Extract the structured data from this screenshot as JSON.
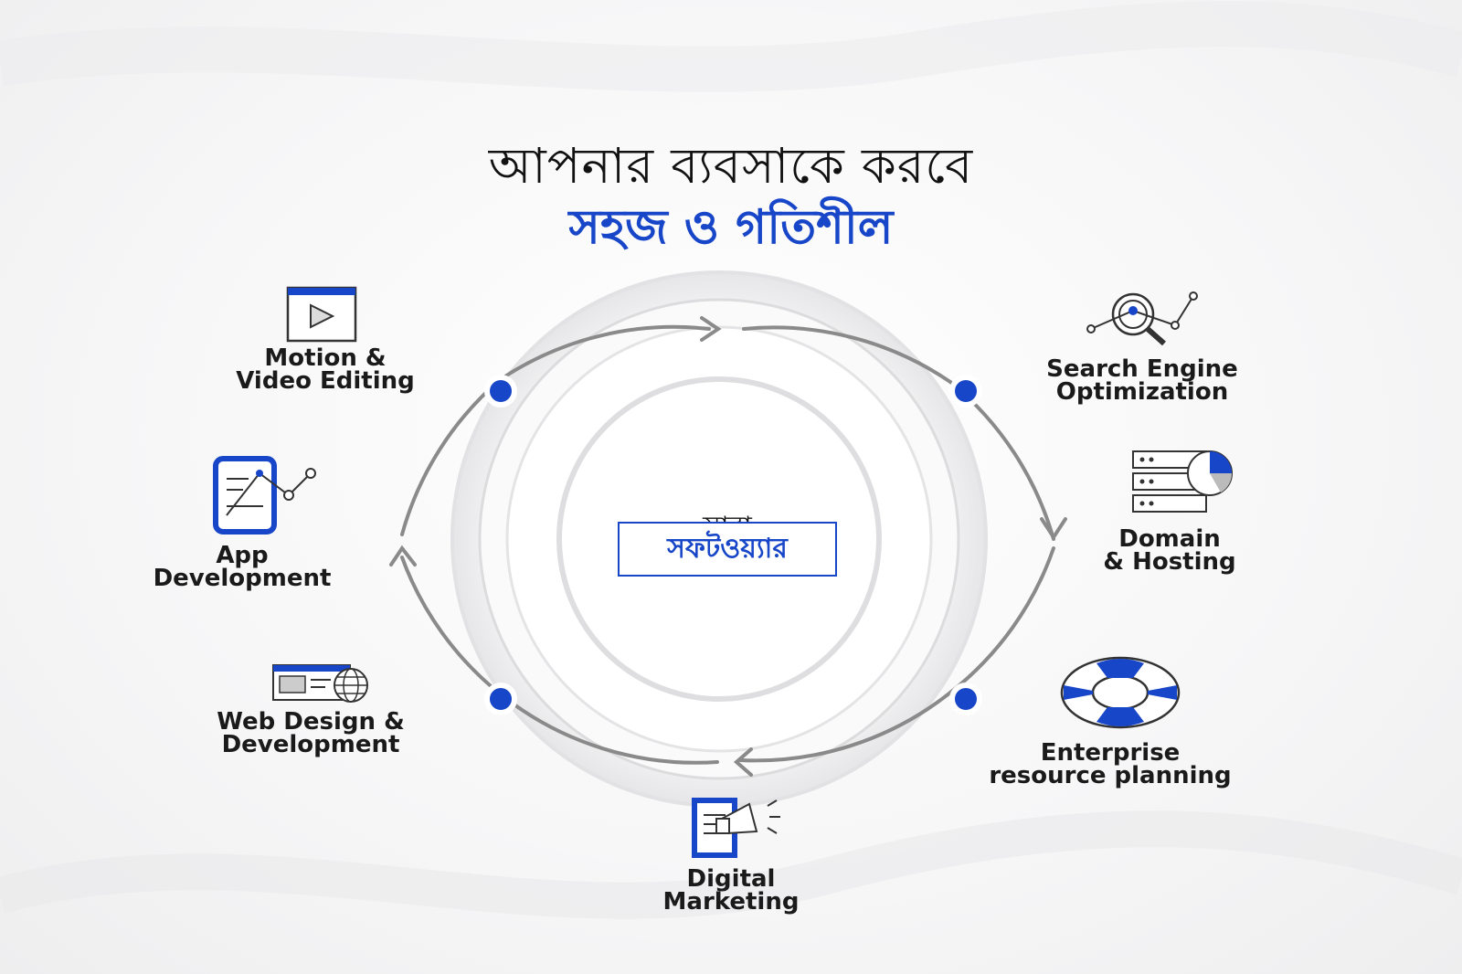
{
  "headline": {
    "line1": "আপনার ব্যবসাকে করবে",
    "line2": "সহজ ও গতিশীল"
  },
  "center": {
    "line1": "সারা",
    "line2": "সফটওয়্যার"
  },
  "services": [
    {
      "line1": "Motion &",
      "line2": "Video Editing",
      "icon": "video-play-icon"
    },
    {
      "line1": "App",
      "line2": "Development",
      "icon": "mobile-app-icon"
    },
    {
      "line1": "Web Design &",
      "line2": "Development",
      "icon": "web-globe-icon"
    },
    {
      "line1": "Digital",
      "line2": "Marketing",
      "icon": "megaphone-document-icon"
    },
    {
      "line1": "Enterprise",
      "line2": "resource planning",
      "icon": "lifebuoy-icon"
    },
    {
      "line1": "Domain",
      "line2": "& Hosting",
      "icon": "server-pie-icon"
    },
    {
      "line1": "Search Engine",
      "line2": "Optimization",
      "icon": "magnifier-graph-icon"
    }
  ],
  "colors": {
    "accent": "#1846c8",
    "ring": "#8a8a8a",
    "text": "#1a1a1a"
  }
}
